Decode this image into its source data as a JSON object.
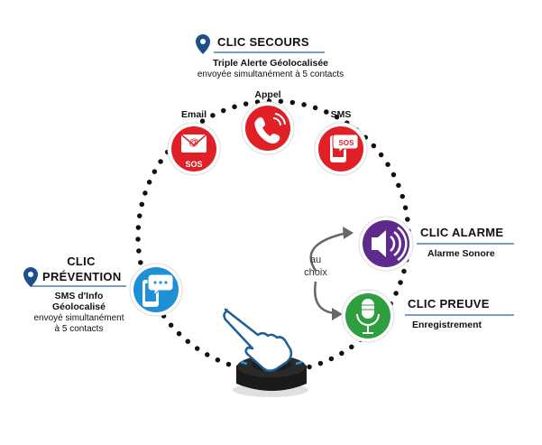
{
  "secours": {
    "title": "CLIC  SECOURS",
    "subtitle": "Triple Alerte Géolocalisée",
    "detail": "envoyée simultanément à 5 contacts"
  },
  "channels": {
    "appel": "Appel",
    "email": "Email",
    "sms": "SMS",
    "sos": "SOS"
  },
  "alarme": {
    "title": "CLIC ALARME",
    "subtitle": "Alarme Sonore"
  },
  "preuve": {
    "title": "CLIC PREUVE",
    "subtitle": "Enregistrement"
  },
  "prevention": {
    "title_line1": "CLIC",
    "title_line2": "PRÉVENTION",
    "subtitle_line1": "SMS d'Info",
    "subtitle_line2": "Géolocalisé",
    "detail_line1": "envoyé simultanément",
    "detail_line2": "à 5 contacts"
  },
  "choice": {
    "line1": "au",
    "line2": "choix"
  },
  "colors": {
    "red": "#e01f26",
    "purple": "#5e2a8c",
    "green": "#2f9e3e",
    "blue": "#1f8fd6",
    "rule": "#4a7fb5",
    "pin": "#1e4f8a"
  }
}
